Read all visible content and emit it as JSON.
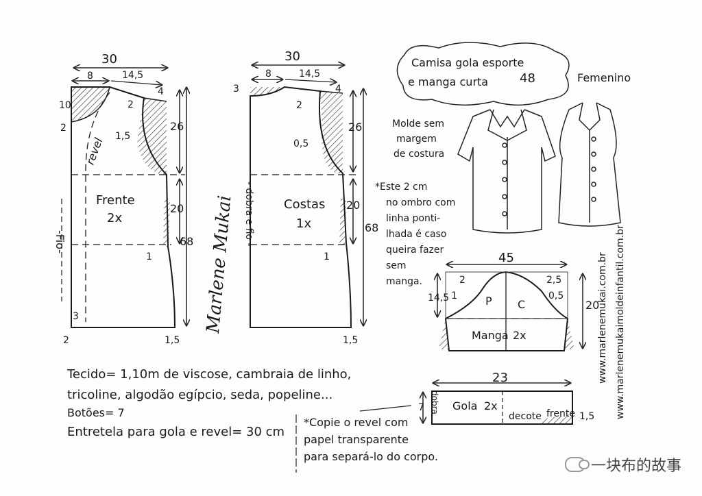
{
  "title": {
    "line1": "Camisa gola esporte",
    "line2": "e manga curta",
    "size": "48"
  },
  "gender": "Femenino",
  "mold_note": {
    "l1": "Molde sem",
    "l2": "margem",
    "l3": "de costura"
  },
  "shoulder_note": {
    "l1": "*Este 2 cm",
    "l2": "no ombro com",
    "l3": "linha ponti-",
    "l4": "lhada é caso",
    "l5": "queira fazer",
    "l6": "sem",
    "l7": "manga."
  },
  "front": {
    "label1": "Frente",
    "label2": "2x",
    "width": "30",
    "neck_w": "8",
    "shoulder_w": "14,5",
    "neck_depth": "10",
    "side_2": "2",
    "neck_drop": "2",
    "shoulder_4": "4",
    "armhole_15": "1,5",
    "facing": "revel",
    "grain": "-Fio-",
    "m26": "26",
    "m20": "20",
    "m68": "68",
    "m1": "1",
    "m3": "3",
    "m15b": "1,5",
    "m2b": "2"
  },
  "back": {
    "label1": "Costas",
    "label2": "1x",
    "width": "30",
    "neck_w": "8",
    "shoulder_w": "14,5",
    "m3": "3",
    "m4": "4",
    "m2": "2",
    "m05": "0,5",
    "fold": "- dobra e fio -",
    "m26": "26",
    "m20": "20",
    "m68": "68",
    "m1": "1",
    "m15": "1,5"
  },
  "sleeve": {
    "label1": "Manga",
    "label2": "2x",
    "width": "45",
    "p": "P",
    "c": "C",
    "m2": "2",
    "m25": "2,5",
    "m1": "1",
    "m05": "0,5",
    "m145": "14,5",
    "m20": "20"
  },
  "collar": {
    "width": "23",
    "label1": "Gola",
    "label2": "2x",
    "fold": "dobra",
    "m7": "7",
    "neckline": "decote",
    "front": "frente",
    "m15": "1,5"
  },
  "fabric": {
    "l1": "Tecido= 1,10m de viscose, cambraia de linho,",
    "l2": "tricoline, algodão egípcio, seda, popeline...",
    "l3": "Botões= 7",
    "l4": "Entretela para gola e revel= 30 cm"
  },
  "copy_note": {
    "l1": "*Copie o revel com",
    "l2": "papel transparente",
    "l3": "para separá-lo do corpo."
  },
  "signature": "Marlene Mukai",
  "url1": "www.marlenemukai.com.br",
  "url2": "www.marlenemukaimoldeinfantil.com.br",
  "brand": "一块布的故事"
}
